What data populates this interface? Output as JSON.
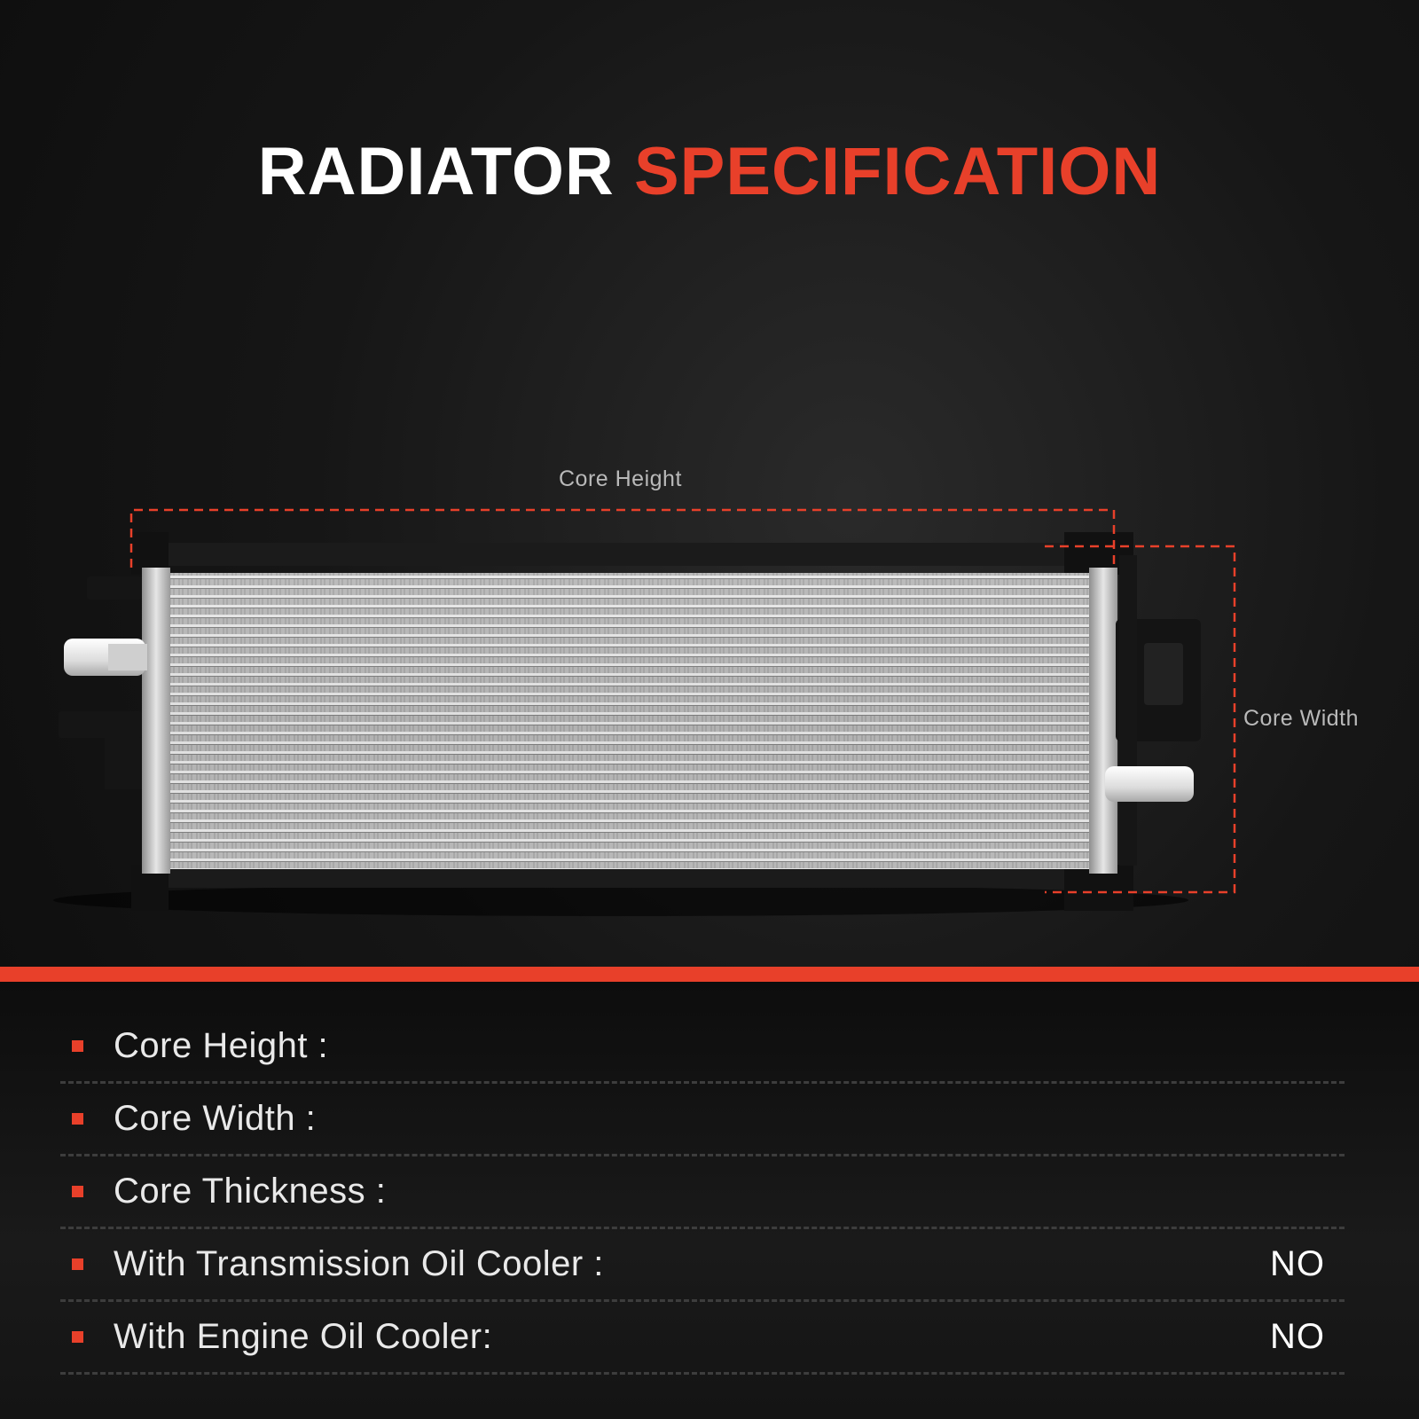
{
  "title": {
    "part1": "RADIATOR",
    "part2": "SPECIFICATION"
  },
  "colors": {
    "accent": "#e8402a",
    "background": "#121212"
  },
  "dimension_labels": {
    "height": "Core Height",
    "width": "Core Width"
  },
  "product": {
    "image": "radiator-icon"
  },
  "specs": [
    {
      "label": "Core Height :",
      "value": ""
    },
    {
      "label": "Core Width :",
      "value": ""
    },
    {
      "label": "Core Thickness :",
      "value": ""
    },
    {
      "label": "With Transmission Oil Cooler :",
      "value": "NO"
    },
    {
      "label": "With Engine Oil Cooler:",
      "value": "NO"
    }
  ]
}
